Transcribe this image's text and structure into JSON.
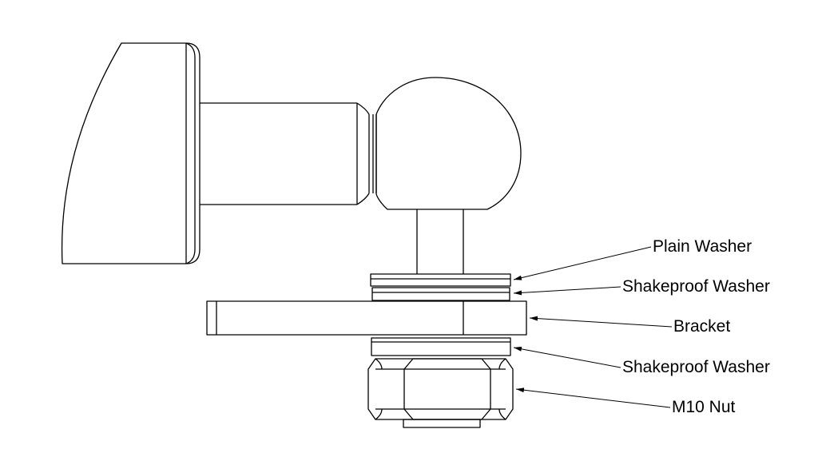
{
  "callouts": {
    "plain_washer": "Plain Washer",
    "shakeproof_washer_top": "Shakeproof Washer",
    "bracket": "Bracket",
    "shakeproof_washer_bottom": "Shakeproof Washer",
    "m10_nut": "M10 Nut"
  },
  "colors": {
    "line": "#000000",
    "background": "#ffffff"
  }
}
